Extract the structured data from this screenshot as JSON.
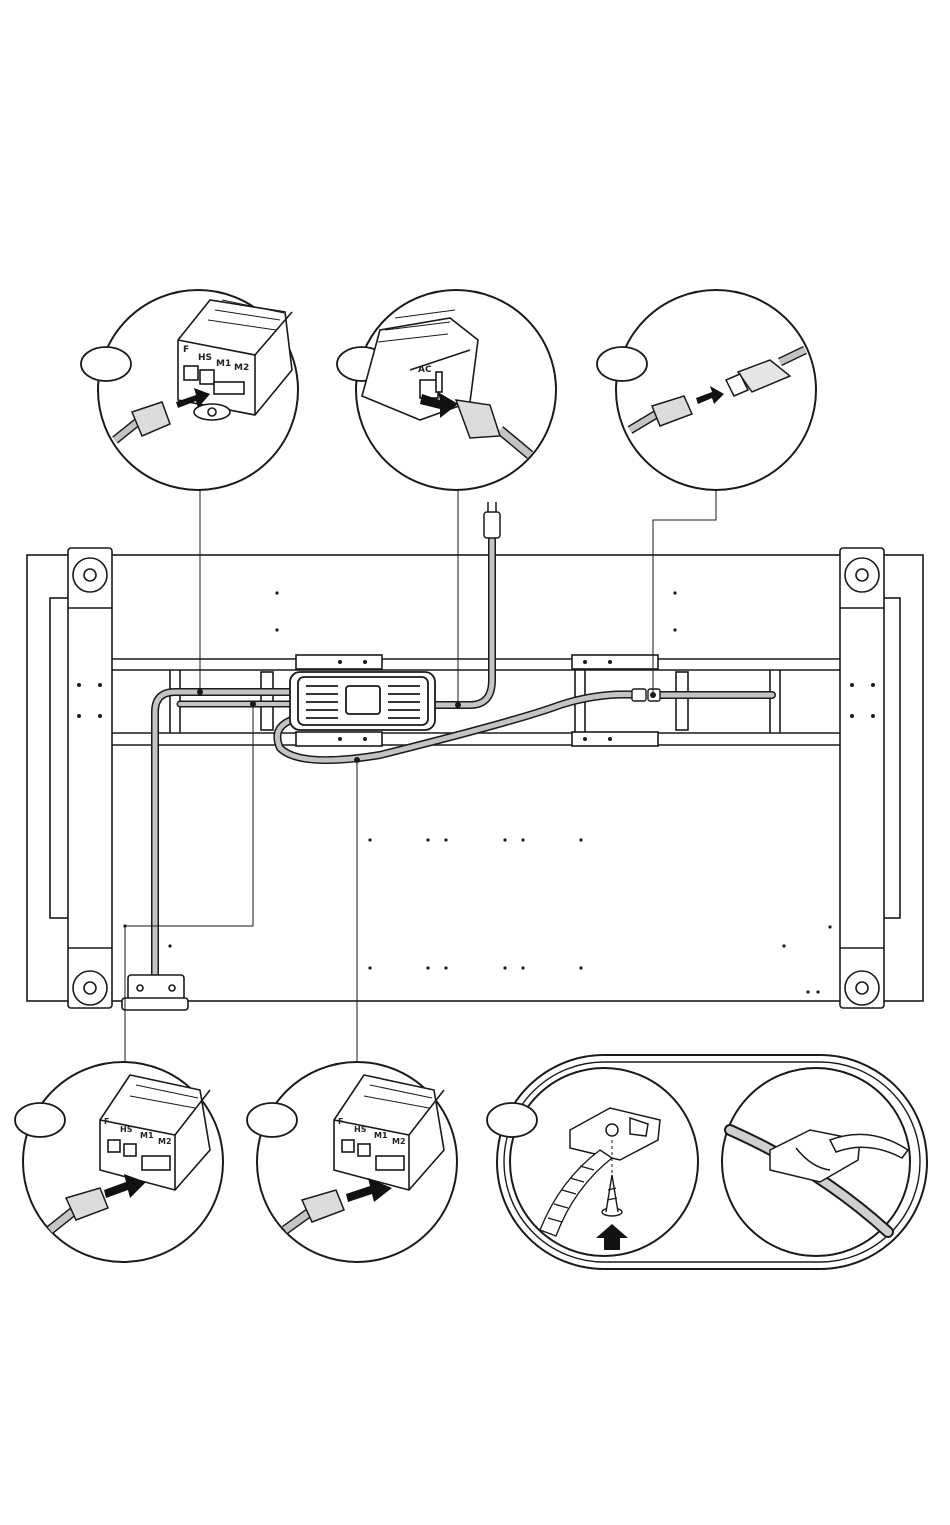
{
  "colors": {
    "line": "#1a1a1a",
    "cable": "#bdbdbd",
    "arrow": "#111111",
    "paper": "#ffffff"
  },
  "control_box": {
    "port_f": "F",
    "port_hs": "HS",
    "port_m1": "M1",
    "port_m2": "M2",
    "port_ac": "AC"
  },
  "callouts": [
    {
      "id": "hs-port",
      "icon": "connector-into-hs-port"
    },
    {
      "id": "ac-port",
      "icon": "power-plug-into-ac"
    },
    {
      "id": "extension",
      "icon": "cable-joint"
    },
    {
      "id": "m1-port",
      "icon": "motor-cable-into-m1"
    },
    {
      "id": "m2-port",
      "icon": "motor-cable-into-m2"
    },
    {
      "id": "cable-clip",
      "icon": "clip-and-screw"
    }
  ]
}
